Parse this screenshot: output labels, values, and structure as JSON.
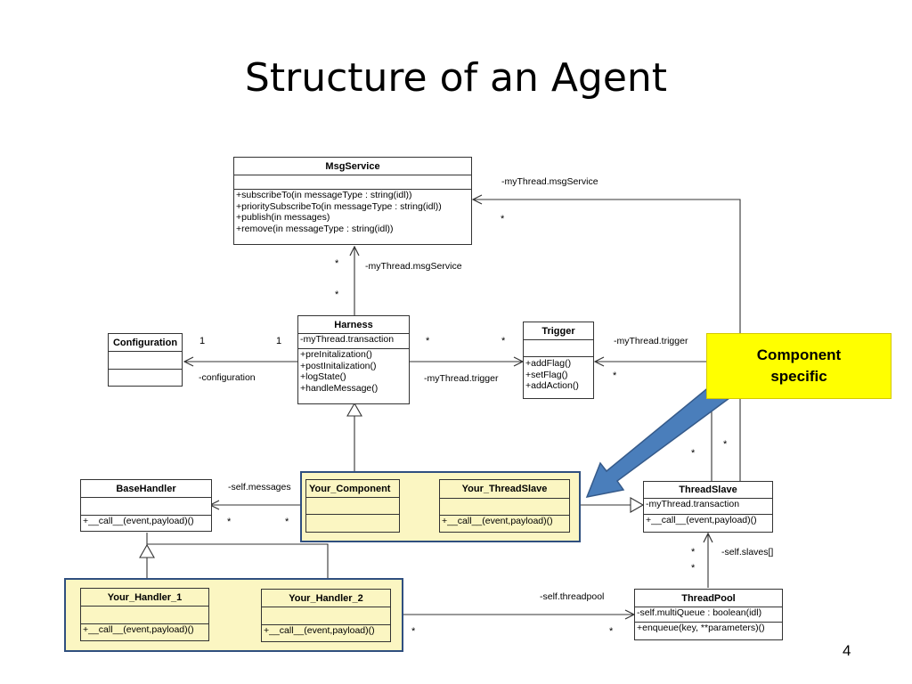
{
  "slide": {
    "title": "Structure of an Agent",
    "page_number": "4"
  },
  "callout": {
    "line1": "Component",
    "line2": "specific",
    "color": "#ffff00",
    "arrow_color": "#4a7ebb"
  },
  "classes": {
    "msgservice": {
      "name": "MsgService",
      "methods": [
        "+subscribeTo(in messageType : string(idl))",
        "+prioritySubscribeTo(in messageType : string(idl))",
        "+publish(in messages)",
        "+remove(in messageType : string(idl))"
      ]
    },
    "harness": {
      "name": "Harness",
      "attributes": [
        "-myThread.transaction"
      ],
      "methods": [
        "+preInitalization()",
        "+postInitalization()",
        "+logState()",
        "+handleMessage()"
      ]
    },
    "configuration": {
      "name": "Configuration"
    },
    "trigger": {
      "name": "Trigger",
      "methods": [
        "+addFlag()",
        "+setFlag()",
        "+addAction()"
      ]
    },
    "basehandler": {
      "name": "BaseHandler",
      "methods": [
        "+__call__(event,payload)()"
      ]
    },
    "your_component": {
      "name": "Your_Component"
    },
    "your_threadslave": {
      "name": "Your_ThreadSlave",
      "methods": [
        "+__call__(event,payload)()"
      ]
    },
    "threadslave": {
      "name": "ThreadSlave",
      "attributes": [
        "-myThread.transaction"
      ],
      "methods": [
        "+__call__(event,payload)()"
      ]
    },
    "your_handler_1": {
      "name": "Your_Handler_1",
      "methods": [
        "+__call__(event,payload)()"
      ]
    },
    "your_handler_2": {
      "name": "Your_Handler_2",
      "methods": [
        "+__call__(event,payload)()"
      ]
    },
    "threadpool": {
      "name": "ThreadPool",
      "attributes": [
        "-self.multiQueue : boolean(idl)"
      ],
      "methods": [
        "+enqueue(key, **parameters)()"
      ]
    }
  },
  "labels": {
    "msgservice_top": "-myThread.msgService",
    "msgservice_mid": "-myThread.msgService",
    "configuration": "-configuration",
    "trigger_harness": "-myThread.trigger",
    "trigger_right": "-myThread.trigger",
    "self_messages": "-self.messages",
    "self_slaves": "-self.slaves[]",
    "self_threadpool": "-self.threadpool"
  },
  "multiplicities": {
    "star": "*",
    "one": "1"
  },
  "colors": {
    "highlight_fill": "#fbf6c2",
    "highlight_border": "#2f4f7f"
  }
}
